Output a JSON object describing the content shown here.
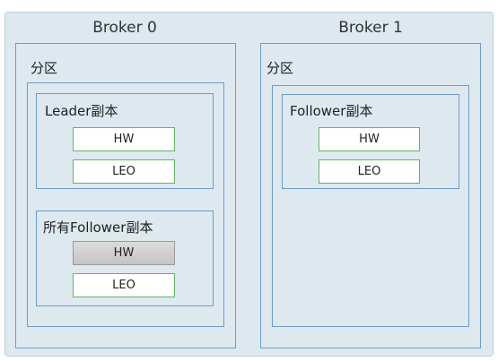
{
  "broker0": {
    "title": "Broker 0",
    "partition_label": "分区",
    "leader_replica": {
      "label": "Leader副本",
      "hw": "HW",
      "leo": "LEO"
    },
    "all_followers": {
      "label": "所有Follower副本",
      "hw": "HW",
      "leo": "LEO"
    }
  },
  "broker1": {
    "title": "Broker 1",
    "partition_label": "分区",
    "follower_replica": {
      "label": "Follower副本",
      "hw": "HW",
      "leo": "LEO"
    }
  },
  "colors": {
    "background": "#dde8ef",
    "box_border": "#6f9cc9",
    "pill_border": "#63b463",
    "gray_pill": "#c4c4c4"
  }
}
